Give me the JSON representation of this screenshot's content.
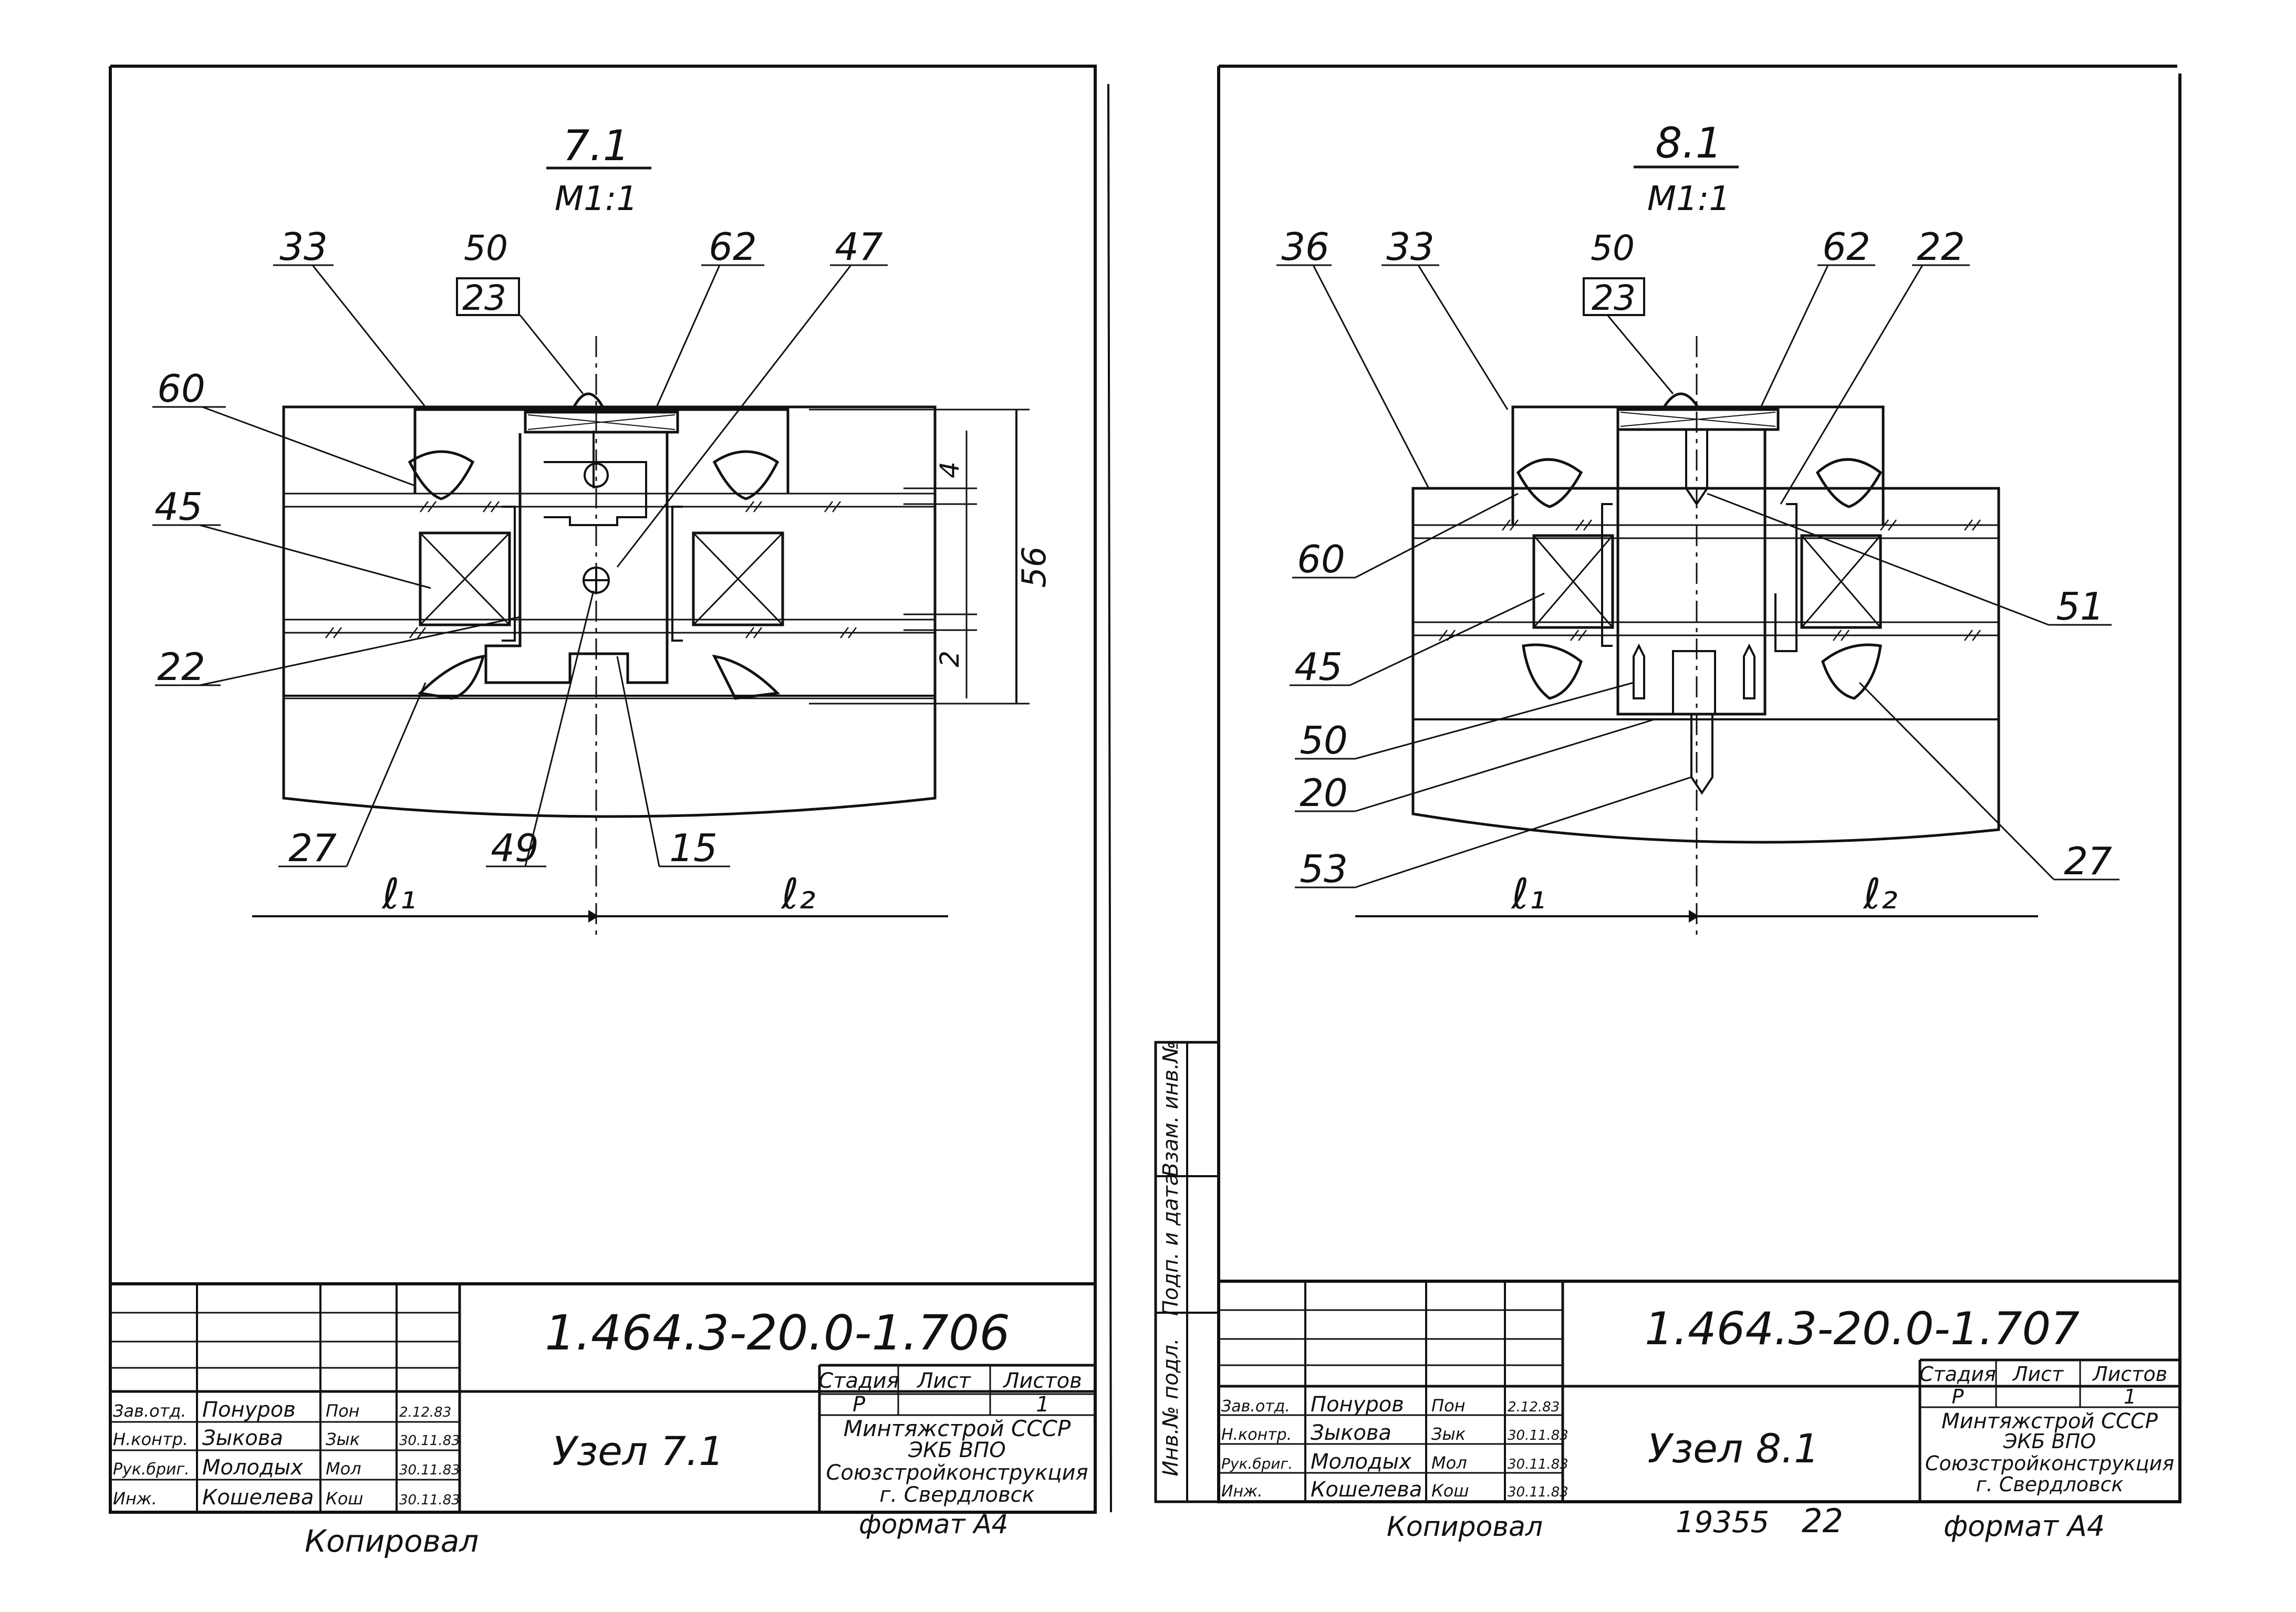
{
  "sheets": [
    {
      "id": "left",
      "section": {
        "title": "7.1",
        "scale": "M1:1"
      },
      "callouts": {
        "c33": "33",
        "c50": "50",
        "c23": "23",
        "c62": "62",
        "c47": "47",
        "c60": "60",
        "c45": "45",
        "c22": "22",
        "c27": "27",
        "c49": "49",
        "c15": "15"
      },
      "dims": {
        "overall": "56",
        "top": "4",
        "bottom": "2"
      },
      "axis": {
        "left": "ℓ₁",
        "right": "ℓ₂"
      },
      "title_block": {
        "code": "1.464.3-20.0-1.706",
        "name": "Узел 7.1",
        "stage_header": "Стадия",
        "sheet_header": "Лист",
        "sheets_header": "Листов",
        "stage": "Р",
        "sheet_no": "",
        "sheets_total": "1",
        "org": [
          "Минтяжстрой СССР",
          "ЭКБ ВПО",
          "Союзстройконструкция",
          "г. Свердловск"
        ],
        "roles": [
          {
            "role": "Зав.отд.",
            "name": "Понуров",
            "sign": "Пон",
            "date": "2.12.83"
          },
          {
            "role": "Н.контр.",
            "name": "Зыкова",
            "sign": "Зык",
            "date": "30.11.83"
          },
          {
            "role": "Рук.бриг.",
            "name": "Молодых",
            "sign": "Мол",
            "date": "30.11.83"
          },
          {
            "role": "Инж.",
            "name": "Кошелева",
            "sign": "Кош",
            "date": "30.11.83"
          }
        ]
      },
      "footer": {
        "copied": "Копировал",
        "format": "формат А4"
      }
    },
    {
      "id": "right",
      "section": {
        "title": "8.1",
        "scale": "M1:1"
      },
      "callouts": {
        "c36": "36",
        "c33": "33",
        "c50": "50",
        "c23": "23",
        "c62": "62",
        "c22": "22",
        "c60": "60",
        "c45": "45",
        "c51": "51",
        "c50b": "50",
        "c20": "20",
        "c53": "53",
        "c27": "27"
      },
      "axis": {
        "left": "ℓ₁",
        "right": "ℓ₂"
      },
      "side_stamp": [
        "Инв.№ подл.",
        "Подп. и дата",
        "Взам. инв.№"
      ],
      "title_block": {
        "code": "1.464.3-20.0-1.707",
        "name": "Узел 8.1",
        "stage_header": "Стадия",
        "sheet_header": "Лист",
        "sheets_header": "Листов",
        "stage": "Р",
        "sheet_no": "",
        "sheets_total": "1",
        "org": [
          "Минтяжстрой СССР",
          "ЭКБ ВПО",
          "Союзстройконструкция",
          "г. Свердловск"
        ],
        "roles": [
          {
            "role": "Зав.отд.",
            "name": "Понуров",
            "sign": "Пон",
            "date": "2.12.83"
          },
          {
            "role": "Н.контр.",
            "name": "Зыкова",
            "sign": "Зык",
            "date": "30.11.83"
          },
          {
            "role": "Рук.бриг.",
            "name": "Молодых",
            "sign": "Мол",
            "date": "30.11.83"
          },
          {
            "role": "Инж.",
            "name": "Кошелева",
            "sign": "Кош",
            "date": "30.11.83"
          }
        ]
      },
      "footer": {
        "copied": "Копировал",
        "inv": "19355",
        "page": "22",
        "format": "формат А4"
      }
    }
  ]
}
